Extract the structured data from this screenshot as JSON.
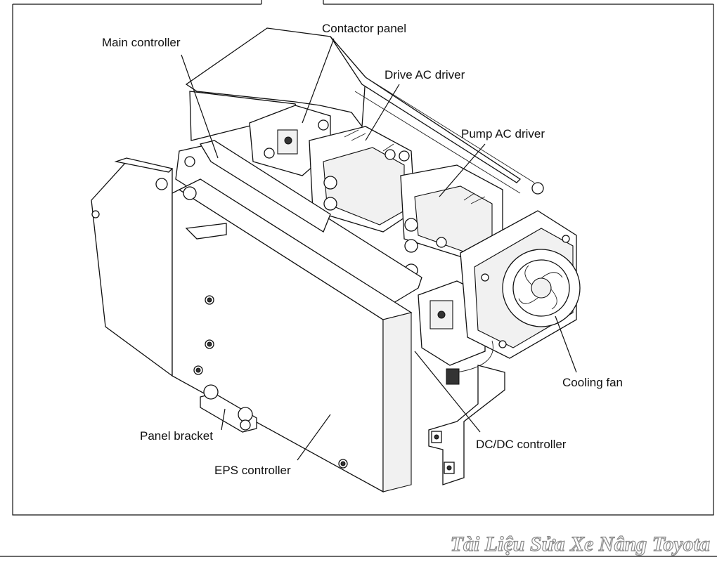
{
  "labels": {
    "main_controller": "Main controller",
    "contactor_panel": "Contactor panel",
    "drive_ac_driver": "Drive AC driver",
    "pump_ac_driver": "Pump AC driver",
    "cooling_fan": "Cooling fan",
    "dc_dc_controller": "DC/DC controller",
    "panel_bracket": "Panel bracket",
    "eps_controller": "EPS controller"
  },
  "watermark": "Tài Liệu Sửa Xe Nâng Toyota"
}
